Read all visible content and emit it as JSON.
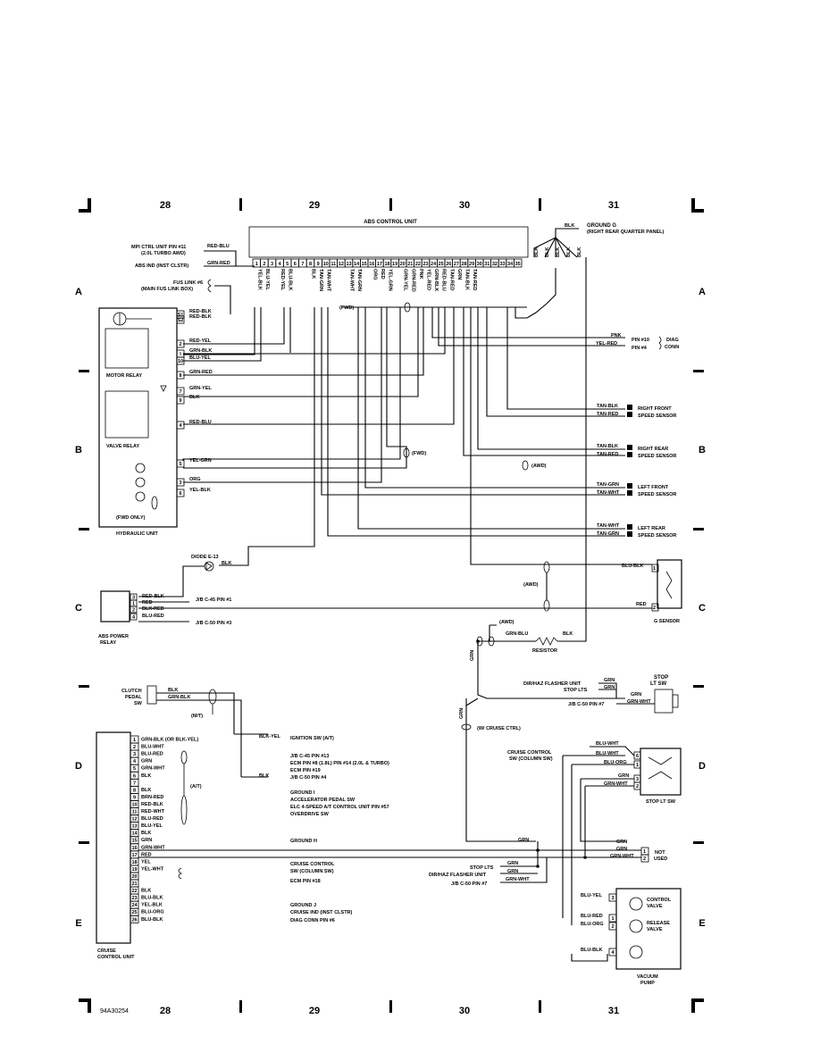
{
  "columns": [
    "28",
    "29",
    "30",
    "31"
  ],
  "rows": [
    "A",
    "B",
    "C",
    "D",
    "E"
  ],
  "figure_id": "94A30254",
  "abs": {
    "title": "ABS CONTROL UNIT",
    "pins": [
      "1",
      "2",
      "3",
      "4",
      "5",
      "6",
      "7",
      "8",
      "9",
      "10",
      "11",
      "12",
      "13",
      "14",
      "15",
      "16",
      "17",
      "18",
      "19",
      "20",
      "21",
      "22",
      "23",
      "24",
      "25",
      "26",
      "27",
      "28",
      "29",
      "30",
      "31",
      "32",
      "33",
      "34",
      "35"
    ],
    "pin_wires": [
      "YEL-BLK",
      "BLU-YEL",
      "",
      "RED-YEL",
      "BLU-BLK",
      "",
      "",
      "BLK",
      "TAN-GRN",
      "TAN-WHT",
      "",
      "",
      "TAN-WHT",
      "TAN-GRN",
      "",
      "ORG",
      "RED",
      "YEL-GRN",
      "",
      "GRN-YEL",
      "GRN-RED",
      "PNK",
      "YEL-RED",
      "GRN-BLK",
      "RED-BLU",
      "TAN-RED",
      "GRN",
      "TAN-BLK",
      "TAN-RED",
      "",
      "TAN-BLK",
      "BLK",
      "YEL-GRN",
      "BLK",
      "BLK"
    ],
    "ground_wire": "BLK",
    "ground_label": "GROUND G",
    "ground_sub": "(RIGHT REAR QUARTER PANEL)",
    "left_labels": [
      {
        "text": "MPI CTRL UNIT PIN #11",
        "wire": "RED-BLU"
      },
      {
        "text": "(2.0L TURBO AWD)",
        "wire": ""
      },
      {
        "text": "ABS IND (INST CLSTR)",
        "wire": "GRN-RED"
      },
      {
        "text": "FUS LINK #6",
        "wire": ""
      },
      {
        "text": "(MAIN FUS LINK BOX)",
        "wire": ""
      }
    ]
  },
  "hydraulic": {
    "title": "HYDRAULIC UNIT",
    "motor_relay": "MOTOR RELAY",
    "valve_relay": "VALVE RELAY",
    "fwd_only": "(FWD ONLY)",
    "pins": [
      "S1",
      "S2",
      "2",
      "I",
      "10",
      "8",
      "7",
      "9",
      "4",
      "5",
      "3",
      "6"
    ],
    "wires": [
      "RED-BLK",
      "RED-BLK",
      "RED-YEL",
      "GRN-BLK",
      "BLU-YEL",
      "GRN-RED",
      "GRN-YEL",
      "BLK",
      "RED-BLU",
      "YEL-GRN",
      "ORG",
      "YEL-BLK"
    ]
  },
  "right_side": {
    "diag": {
      "pins": [
        "PIN #10",
        "PIN #4"
      ],
      "wires": [
        "PNK",
        "YEL-RED"
      ],
      "label1": "DIAG",
      "label2": "CONN"
    },
    "sensors": [
      {
        "w1": "TAN-BLK",
        "w2": "TAN-RED",
        "l1": "RIGHT FRONT",
        "l2": "SPEED SENSOR"
      },
      {
        "w1": "TAN-BLK",
        "w2": "TAN-RED",
        "l1": "RIGHT REAR",
        "l2": "SPEED SENSOR"
      },
      {
        "w1": "TAN-GRN",
        "w2": "TAN-WHT",
        "l1": "LEFT FRONT",
        "l2": "SPEED SENSOR"
      },
      {
        "w1": "TAN-WHT",
        "w2": "TAN-GRN",
        "l1": "LEFT REAR",
        "l2": "SPEED SENSOR"
      }
    ],
    "fwd": "(FWD)",
    "awd": "(AWD)"
  },
  "g_sensor": {
    "title": "G SENSOR",
    "w1": "BLU-BLK",
    "w2": "RED",
    "pins": [
      "1",
      "2"
    ]
  },
  "diode": {
    "label": "DIODE E-13",
    "wire": "BLK"
  },
  "abs_power_relay": {
    "title1": "ABS POWER",
    "title2": "RELAY",
    "pins": [
      "3",
      "1",
      "2",
      "4"
    ],
    "wires": [
      "RED-BLK",
      "RED",
      "BLK-RED",
      "BLU-RED"
    ],
    "dest1": "J/B C-45 PIN #1",
    "dest2": "J/B C-50 PIN #3"
  },
  "resistor": {
    "label": "RESISTOR",
    "w1": "GRN-BLU",
    "w2": "BLK",
    "awd": "(AWD)",
    "awd2": "(AWD)"
  },
  "stop_lt": {
    "flasher": "DIR/HAZ FLASHER UNIT",
    "stop": "STOP LTS",
    "wire": "GRN",
    "wire2": "GRN",
    "title1": "STOP",
    "title2": "LT SW",
    "jb": "J/B C-50 PIN #7",
    "jb_wire": "GRN-WHT",
    "grn": "GRN",
    "cruise": "(W/ CRUISE CTRL)",
    "vert": "GRN",
    "vert2": "GRN"
  },
  "clutch": {
    "title1": "CLUTCH",
    "title2": "PEDAL",
    "title3": "SW",
    "w1": "BLK",
    "w2": "GRN-BLK",
    "mt": "(M/T)",
    "at": "(A/T)"
  },
  "cruise_unit": {
    "title1": "CRUISE",
    "title2": "CONTROL UNIT",
    "pins": [
      "1",
      "2",
      "3",
      "4",
      "5",
      "6",
      "7",
      "8",
      "9",
      "10",
      "11",
      "12",
      "13",
      "14",
      "15",
      "16",
      "17",
      "18",
      "19",
      "20",
      "21",
      "22",
      "23",
      "24",
      "25",
      "26"
    ],
    "wires": [
      "GRN-BLK (OR BLK-YEL)",
      "BLU-WHT",
      "BLU-RED",
      "GRN",
      "GRN-WHT",
      "BLK",
      "",
      "BLK",
      "BRN-RED",
      "RED-BLK",
      "RED-WHT",
      "BLU-RED",
      "BLU-YEL",
      "BLK",
      "GRN",
      "GRN-WHT",
      "RED",
      "YEL",
      "YEL-WHT",
      "",
      "",
      "BLK",
      "BLU-BLK",
      "YEL-BLK",
      "BLU-ORG",
      "BLU-BLK"
    ],
    "dests": [
      {
        "text": "IGNITION SW (A/T)",
        "wire": "BLK-YEL"
      },
      {
        "text": "J/B C-45 PIN #13",
        "wire": ""
      },
      {
        "text": "ECM PIN #8 (1.8L) PIN #14 (2.0L & TURBO)",
        "wire": ""
      },
      {
        "text": "ECM PIN #19",
        "wire": ""
      },
      {
        "text": "J/B C-50 PIN #4",
        "wire": "BLK"
      },
      {
        "text": "GROUND I",
        "wire": ""
      },
      {
        "text": "ACCELERATOR PEDAL SW",
        "wire": ""
      },
      {
        "text": "ELC 4-SPEED A/T CONTROL UNIT PIN #57",
        "wire": ""
      },
      {
        "text": "OVERDRIVE SW",
        "wire": ""
      },
      {
        "text": "GROUND H",
        "wire": ""
      },
      {
        "text": "CRUISE CONTROL",
        "wire": ""
      },
      {
        "text": "SW (COLUMN SW)",
        "wire": ""
      },
      {
        "text": "ECM PIN #18",
        "wire": ""
      },
      {
        "text": "GROUND J",
        "wire": ""
      },
      {
        "text": "CRUISE IND (INST CLSTR)",
        "wire": ""
      },
      {
        "text": "DIAG CONN PIN #6",
        "wire": ""
      }
    ]
  },
  "cruise_sw": {
    "l1": "CRUISE CONTROL",
    "l2": "SW (COLUMN SW)",
    "w1": "BLU-WHT",
    "w2": "BLU-WHT",
    "w3": "BLU-ORG",
    "w4": "GRN",
    "w5": "GRN-WHT",
    "pins": [
      "6",
      "1",
      "3",
      "2"
    ]
  },
  "stop_lt_sw": {
    "title": "STOP LT SW"
  },
  "not_used": {
    "l1": "NOT",
    "l2": "USED",
    "w1": "GRN",
    "w2": "GRN",
    "w3": "GRN-WHT",
    "pins": [
      "1",
      "2"
    ]
  },
  "lower_stop": {
    "stop": "STOP LTS",
    "flasher": "DIR/HAZ FLASHER UNIT",
    "jb": "J/B C-50 PIN #7",
    "w1": "GRN",
    "w2": "GRN",
    "w3": "GRN-WHT",
    "grn": "GRN"
  },
  "vacuum": {
    "title1": "VACUUM",
    "title2": "PUMP",
    "control1": "CONTROL",
    "control2": "VALVE",
    "release1": "RELEASE",
    "release2": "VALVE",
    "pins": [
      "3",
      "1",
      "2",
      "4"
    ],
    "wires": [
      "BLU-YEL",
      "BLU-RED",
      "BLU-ORG",
      "BLU-BLK"
    ]
  }
}
